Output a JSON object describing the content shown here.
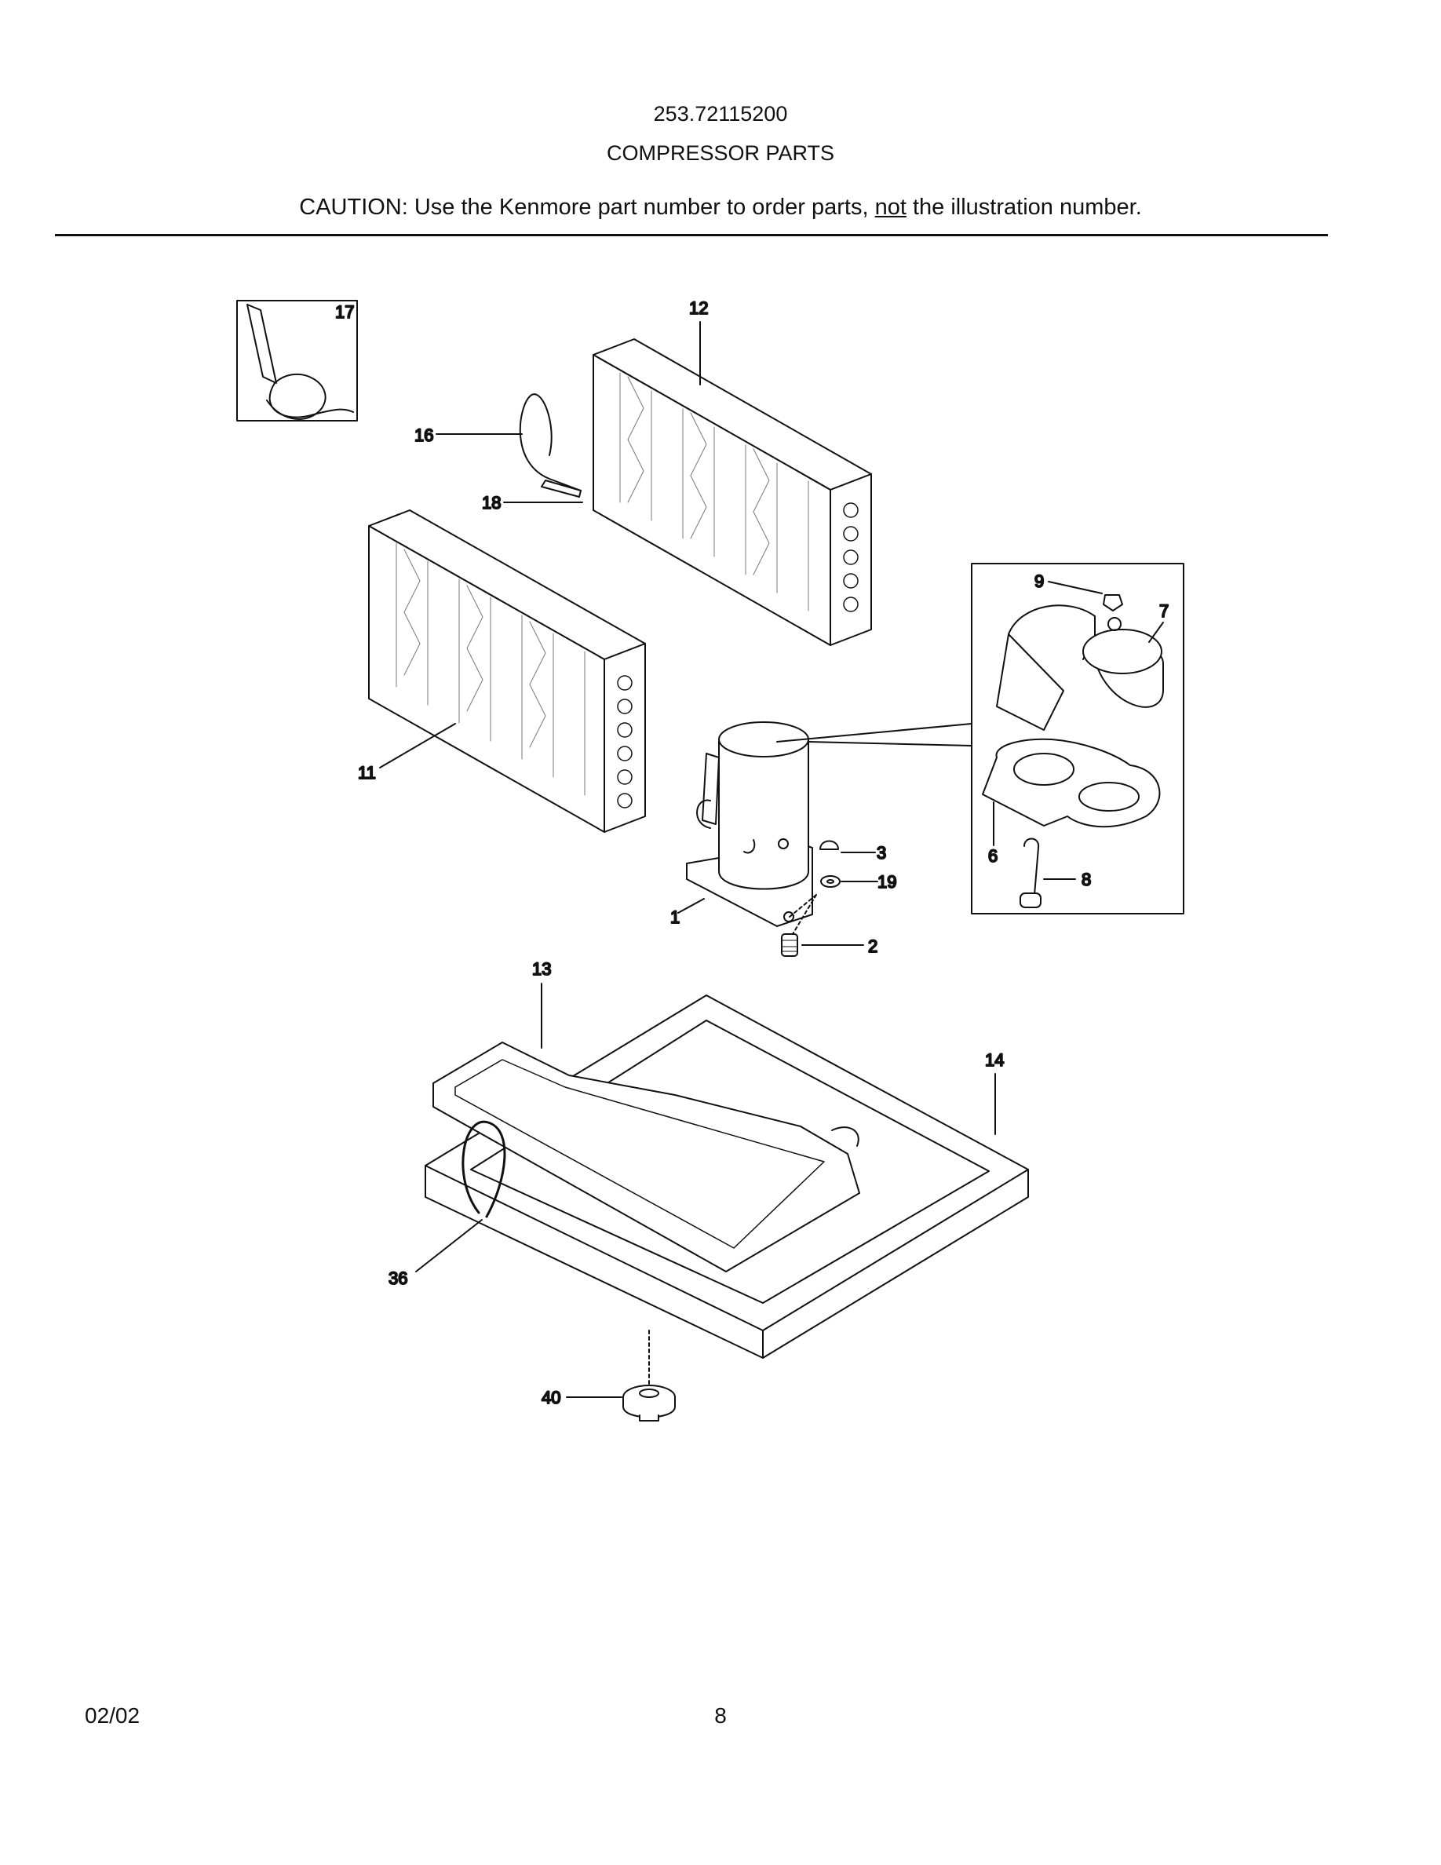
{
  "header": {
    "model_number": "253.72115200",
    "section_title": "COMPRESSOR PARTS",
    "caution_prefix": "CAUTION: Use the Kenmore part number to order parts, ",
    "caution_underlined": "not",
    "caution_suffix": " the illustration number."
  },
  "callouts": [
    "17",
    "12",
    "16",
    "18",
    "11",
    "9",
    "7",
    "6",
    "8",
    "3",
    "19",
    "1",
    "2",
    "13",
    "14",
    "36",
    "40"
  ],
  "footer": {
    "date": "02/02",
    "page_number": "8"
  }
}
